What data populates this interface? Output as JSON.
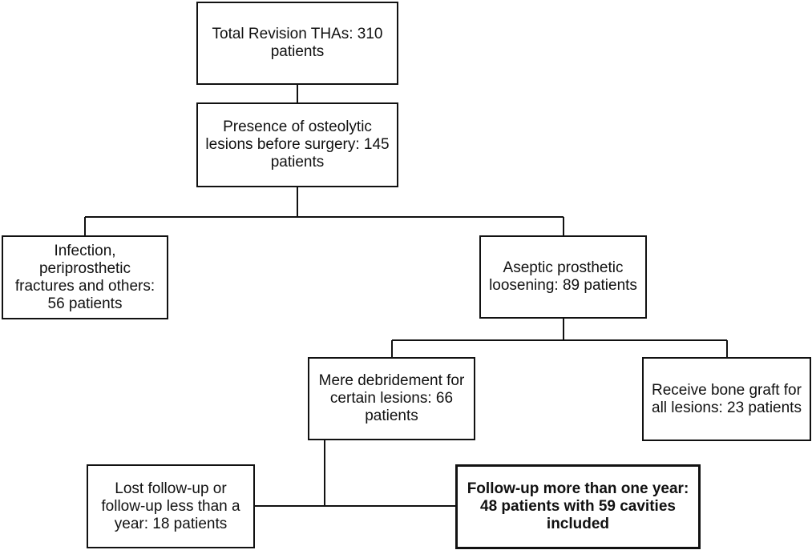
{
  "flowchart": {
    "total": "Total Revision THAs: 310\npatients",
    "osteolytic": "Presence of osteolytic\nlesions before surgery: 145\npatients",
    "infection": "Infection,\nperiprosthetic\nfractures and others:\n56 patients",
    "aseptic": "Aseptic prosthetic\nloosening: 89 patients",
    "debridement": "Mere debridement for\ncertain lesions: 66\npatients",
    "bone_graft": "Receive bone graft for\nall lesions: 23 patients",
    "lost_followup": "Lost follow-up or\nfollow-up less than a\nyear: 18 patients",
    "included": "Follow-up more than one year:\n48 patients with 59 cavities\nincluded"
  },
  "colors": {
    "line": "#111111",
    "box_border": "#111111",
    "background": "#ffffff"
  }
}
